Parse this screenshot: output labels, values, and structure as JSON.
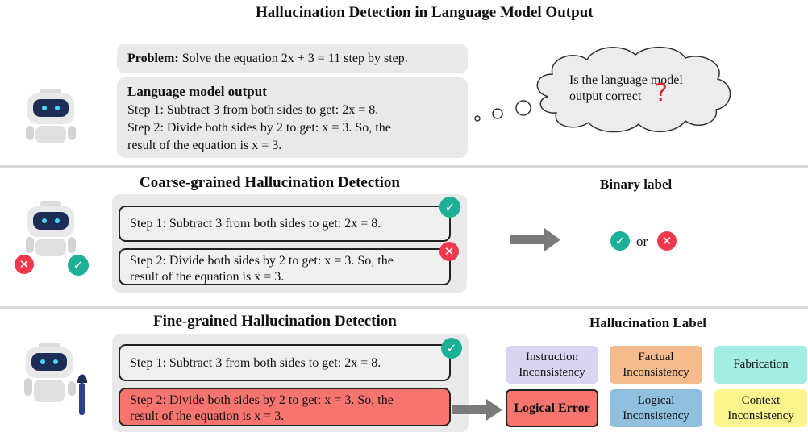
{
  "header": {
    "title": "Hallucination Detection in Language Model Output"
  },
  "top": {
    "problem_label": "Problem:",
    "problem_text": "Solve the equation 2x + 3 = 11 step by step.",
    "output_title": "Language model output",
    "output_line1": "Step 1: Subtract 3 from both sides to get: 2x = 8.",
    "output_line2": "Step 2: Divide both sides by 2 to get: x = 3. So, the",
    "output_line3": "result of the equation  is x = 3.",
    "thought_line1": "Is the language model",
    "thought_line2": "output correct",
    "thought_mark": "?"
  },
  "coarse": {
    "title": "Coarse-grained Hallucination Detection",
    "step1": "Step 1: Subtract 3 from both sides to get: 2x = 8.",
    "step2_line1": "Step 2: Divide both sides by 2 to get: x = 3. So, the",
    "step2_line2": "result of the equation  is x = 3.",
    "binary_title": "Binary label",
    "or_text": "or"
  },
  "fine": {
    "title": "Fine-grained Hallucination Detection",
    "step1": "Step 1: Subtract 3 from both sides to get: 2x = 8.",
    "step2_line1": "Step 2: Divide both sides by 2 to get: x = 3. So, the",
    "step2_line2": "result of the equation  is x = 3.",
    "label_title": "Hallucination Label",
    "labels": [
      {
        "text1": "Instruction",
        "text2": "Inconsistency",
        "color": "#d9d4f2"
      },
      {
        "text1": "Factual",
        "text2": "Inconsistency",
        "color": "#f4bb8c"
      },
      {
        "text1": "Fabrication",
        "text2": "",
        "color": "#a4ede2"
      },
      {
        "text1": "Logical Error",
        "text2": "",
        "color": "#f8756f"
      },
      {
        "text1": "Logical",
        "text2": "Inconsistency",
        "color": "#8fc0dd"
      },
      {
        "text1": "Context",
        "text2": "Inconsistency",
        "color": "#fbf58e"
      }
    ]
  },
  "colors": {
    "correct": "#1db097",
    "incorrect": "#f0394e",
    "error_step": "#f8756f",
    "robot_face": "#1e2d55",
    "robot_eye": "#45d9ff"
  }
}
